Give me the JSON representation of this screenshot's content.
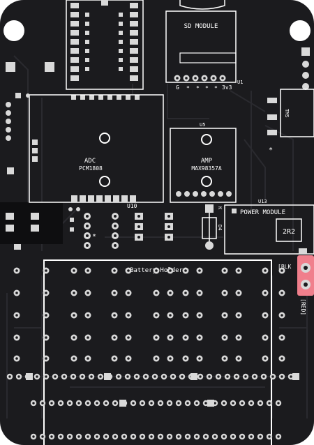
{
  "board": {
    "colors": {
      "substrate": "#1b1b1e",
      "trace": "#26262a",
      "silk": "#ffffff",
      "pad": "#d9d9d9",
      "highlight": "#f07f8c"
    }
  },
  "labels": {
    "sd_module": "SD MODULE",
    "sd_pins": [
      "G",
      "*",
      "*",
      "*",
      "*",
      "3v3"
    ],
    "u1": "U1",
    "u5": "U5",
    "amp_title": "AMP",
    "amp_part": "MAX98357A",
    "adc_title": "ADC",
    "adc_part": "PCM1808",
    "u10": "U10",
    "power_module": "POWER MODULE",
    "u13": "U13",
    "reg": "2R2",
    "d4": "D4",
    "k": "K",
    "tms": "TMS",
    "battery_holder": "Battery Holder",
    "blk": "[BLK",
    "red": "[RED]",
    "star": "*"
  }
}
